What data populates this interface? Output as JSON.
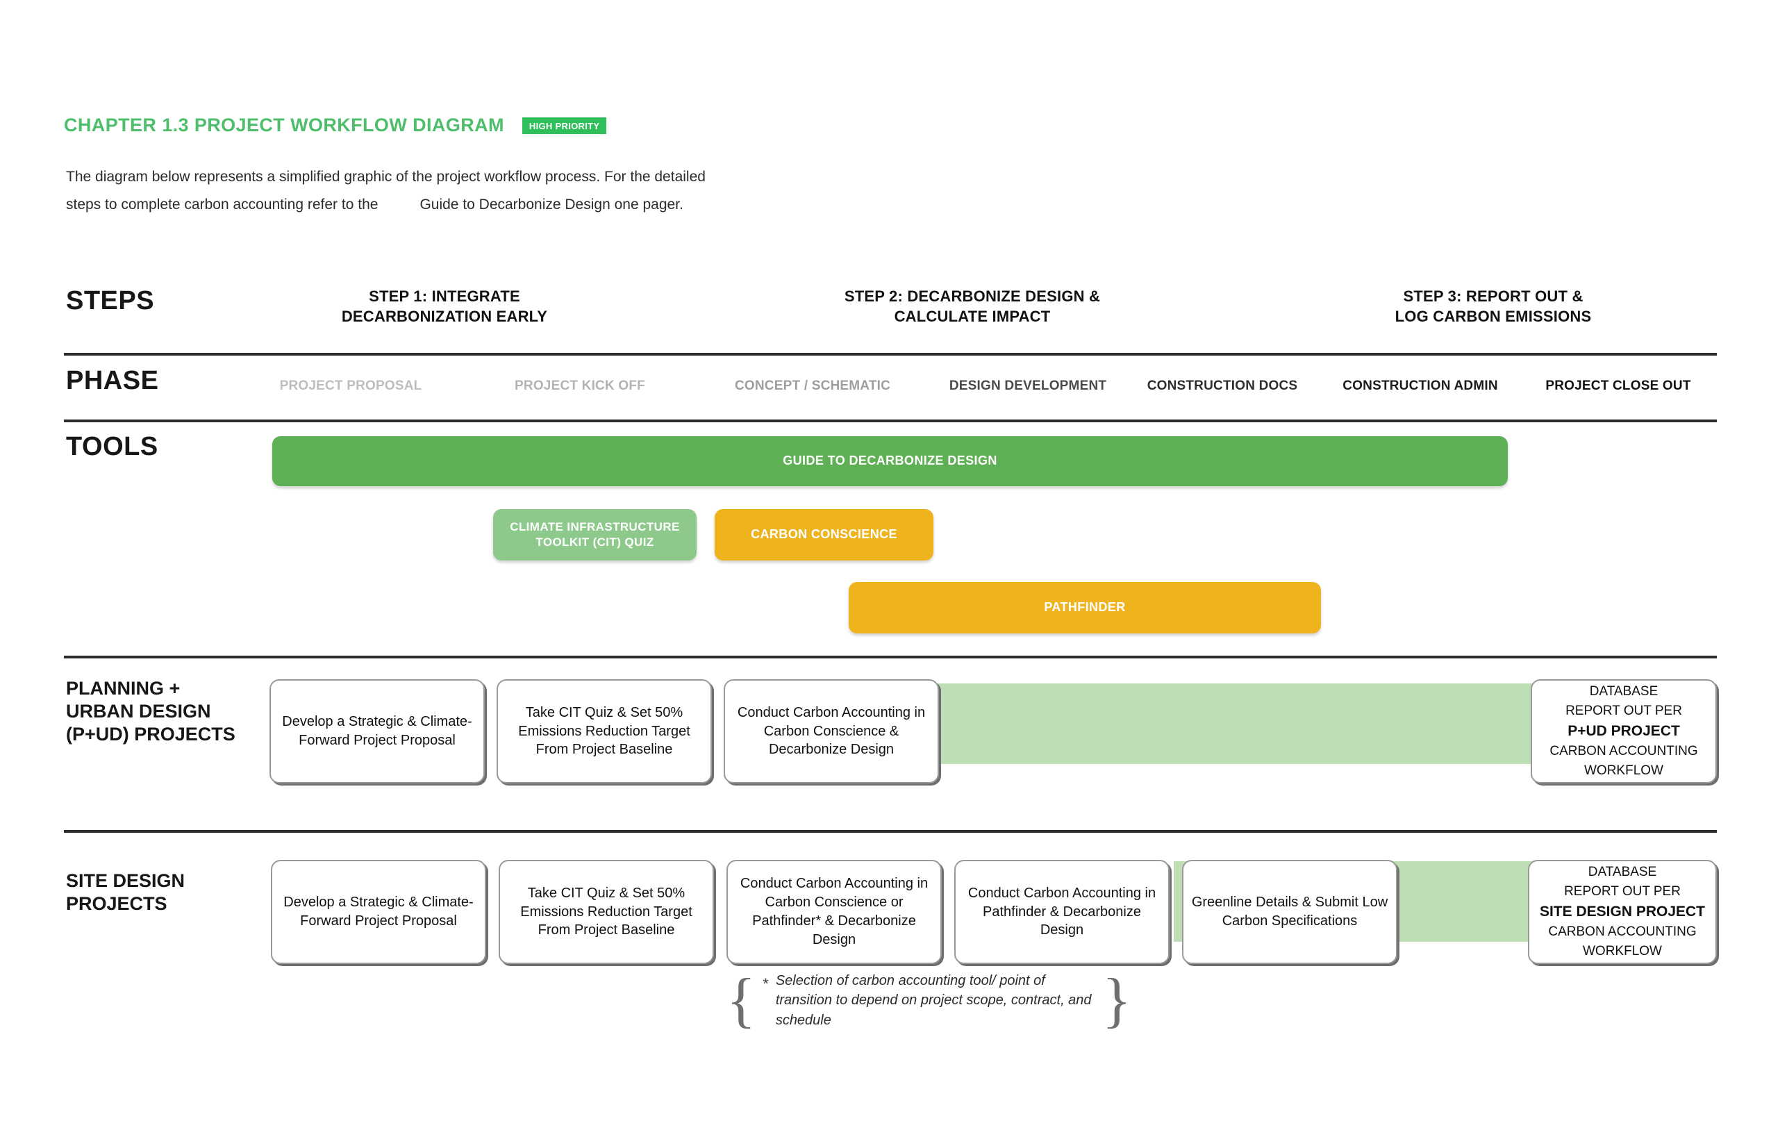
{
  "header": {
    "chapter_title": "CHAPTER 1.3 PROJECT WORKFLOW DIAGRAM",
    "priority_badge": "HIGH PRIORITY",
    "intro_line1": "The diagram below represents a simplified graphic of the project workflow process. For the detailed",
    "intro_line2a": "steps to complete carbon accounting refer to the",
    "intro_line2b": "Guide to Decarbonize Design one pager."
  },
  "rows": {
    "steps_label": "STEPS",
    "phase_label": "PHASE",
    "tools_label": "TOOLS",
    "pud_label_line1": "PLANNING +",
    "pud_label_line2": "URBAN DESIGN",
    "pud_label_line3": "(P+UD) PROJECTS",
    "site_label_line1": "SITE DESIGN",
    "site_label_line2": "PROJECTS"
  },
  "steps": [
    {
      "line1": "STEP 1: INTEGRATE",
      "line2": "DECARBONIZATION EARLY"
    },
    {
      "line1": "STEP 2: DECARBONIZE DESIGN &",
      "line2": "CALCULATE IMPACT"
    },
    {
      "line1": "STEP 3: REPORT OUT &",
      "line2": "LOG CARBON EMISSIONS"
    }
  ],
  "phases": [
    {
      "label": "PROJECT PROPOSAL",
      "color": "#bdbdbd"
    },
    {
      "label": "PROJECT KICK OFF",
      "color": "#b3b3b3"
    },
    {
      "label": "CONCEPT / SCHEMATIC",
      "color": "#9e9e9e"
    },
    {
      "label": "DESIGN DEVELOPMENT",
      "color": "#4a4a4a"
    },
    {
      "label": "CONSTRUCTION DOCS",
      "color": "#2e2e2e"
    },
    {
      "label": "CONSTRUCTION ADMIN",
      "color": "#1c1c1c"
    },
    {
      "label": "PROJECT CLOSE OUT",
      "color": "#111111"
    }
  ],
  "tools": [
    {
      "label": "GUIDE TO DECARBONIZE DESIGN",
      "color": "#5FAF55"
    },
    {
      "label": "CLIMATE INFRASTRUCTURE TOOLKIT  (CIT) QUIZ",
      "color": "#8CC98A"
    },
    {
      "label": "CARBON CONSCIENCE",
      "color": "#EFB31E"
    },
    {
      "label": "PATHFINDER",
      "color": "#EFB31E"
    }
  ],
  "pud_row": {
    "boxes": [
      "Develop a Strategic & Climate-Forward Project Proposal",
      "Take CIT Quiz & Set 50% Emissions Reduction Target From Project Baseline",
      "Conduct Carbon Accounting in Carbon Conscience & Decarbonize Design"
    ],
    "database": {
      "line1": "DATABASE",
      "line2": "REPORT OUT PER",
      "line3": "P+UD PROJECT",
      "line4": "CARBON ACCOUNTING",
      "line5": "WORKFLOW"
    }
  },
  "site_row": {
    "boxes": [
      "Develop a Strategic & Climate-Forward Project Proposal",
      "Take CIT Quiz & Set 50% Emissions Reduction Target From Project Baseline",
      "Conduct Carbon Accounting in Carbon Conscience or Pathfinder* & Decarbonize Design",
      "Conduct Carbon Accounting in Pathfinder & Decarbonize Design",
      "Greenline Details & Submit Low Carbon Specifications"
    ],
    "database": {
      "line1": "DATABASE",
      "line2": "REPORT OUT PER",
      "line3": "SITE DESIGN PROJECT",
      "line4": "CARBON ACCOUNTING",
      "line5": "WORKFLOW"
    }
  },
  "footnote": {
    "marker": "*",
    "text": "Selection of carbon accounting tool/ point of transition to depend on project scope, contract, and schedule",
    "brace_left": "{",
    "brace_right": "}"
  },
  "colors": {
    "accent_green": "#4FBE6C",
    "badge_green": "#2FBF5B",
    "tool_green": "#5FAF55",
    "tool_green_light": "#8CC98A",
    "tool_amber": "#EFB31E",
    "arrow_green": "#BEDEB5",
    "rule": "#2b2b2b"
  }
}
